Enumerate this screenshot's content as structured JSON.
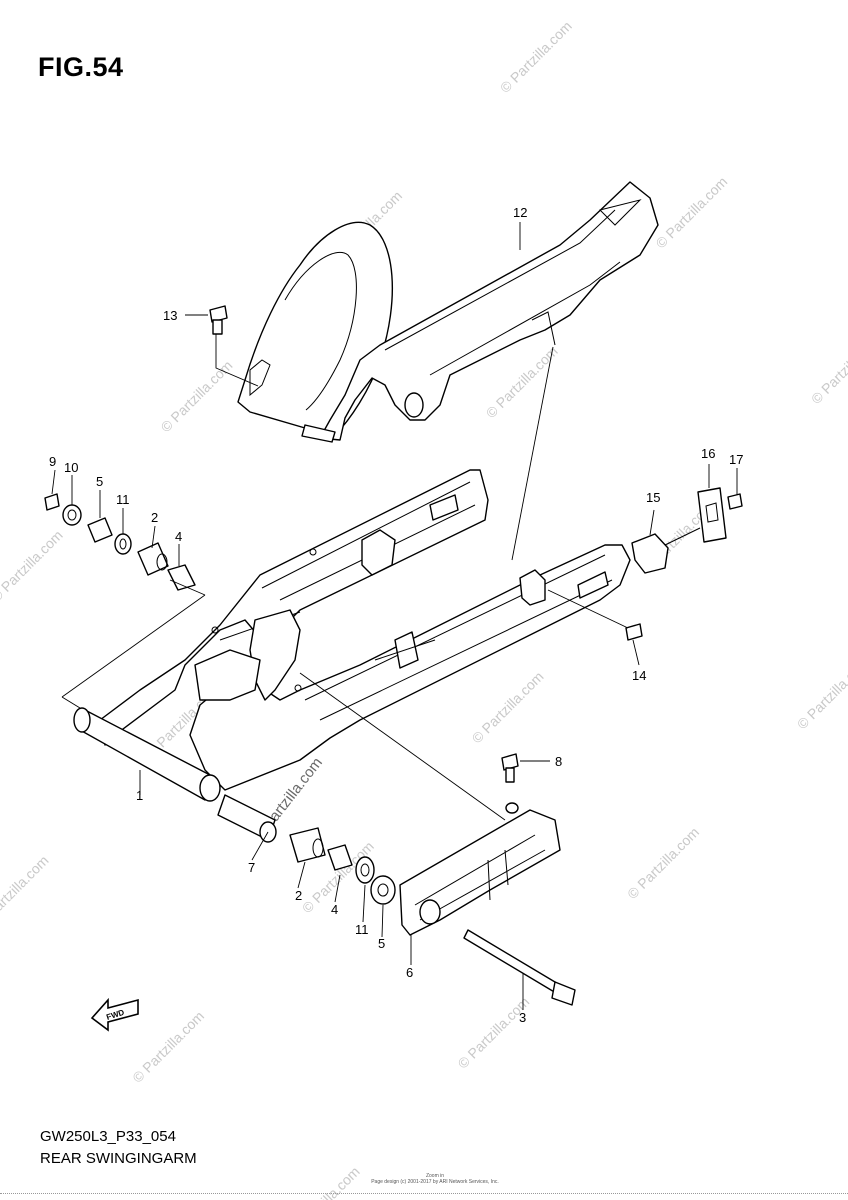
{
  "figure": {
    "title": "FIG.54"
  },
  "footer": {
    "code": "GW250L3_P33_054",
    "name": "REAR SWINGINGARM",
    "copyright_line1": "Zoom in",
    "copyright_line2": "Page design (c) 2001-2017 by ARI Network Services, Inc."
  },
  "watermark": {
    "text": "© Partzilla.com",
    "center_text": "Partzilla.com"
  },
  "fwd_arrow": {
    "label": "FWD"
  },
  "callouts": {
    "c1": "1",
    "c2a": "2",
    "c2b": "2",
    "c3": "3",
    "c4a": "4",
    "c4b": "4",
    "c5a": "5",
    "c5b": "5",
    "c6": "6",
    "c7": "7",
    "c8": "8",
    "c9": "9",
    "c10": "10",
    "c11a": "11",
    "c11b": "11",
    "c12": "12",
    "c13": "13",
    "c14": "14",
    "c15": "15",
    "c16": "16",
    "c17": "17"
  }
}
